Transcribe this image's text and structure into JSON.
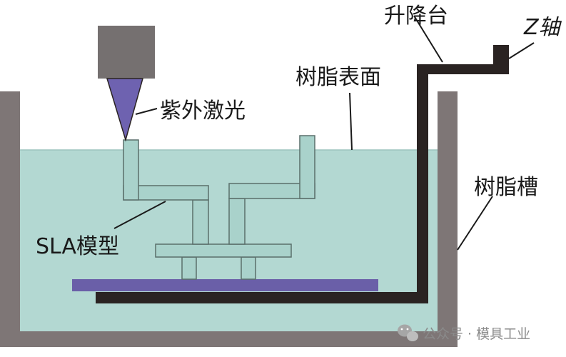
{
  "labels": {
    "lift_platform": "升降台",
    "z_axis": "Z轴",
    "resin_surface": "树脂表面",
    "uv_laser": "紫外激光",
    "resin_tank": "树脂槽",
    "sla_model": "SLA模型"
  },
  "watermark": {
    "text": "公众号 · 模具工业"
  },
  "colors": {
    "tank_wall": "#7e7676",
    "resin": "#b3d8d2",
    "model_fill": "#a9d2cb",
    "model_stroke": "#5a6f6b",
    "platform": "#6a5fa8",
    "lift_arm": "#2a2322",
    "laser_head": "#757070",
    "laser_beam": "#6e62b0"
  },
  "icons": {
    "watermark": "wechat-icon"
  }
}
